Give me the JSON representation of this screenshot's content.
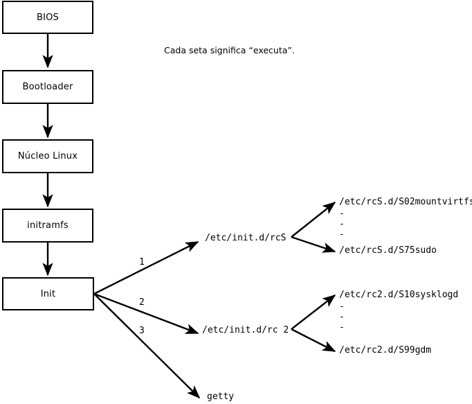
{
  "diagram": {
    "title_note": "Cada seta significa “executa”.",
    "boot_chain": [
      {
        "label": "BIOS"
      },
      {
        "label": "Bootloader"
      },
      {
        "label": "Núcleo Linux"
      },
      {
        "label": "initramfs"
      },
      {
        "label": "Init"
      }
    ],
    "branch_numbers": [
      "1",
      "2",
      "3"
    ],
    "init_targets": [
      {
        "label": "/etc/init.d/rcS"
      },
      {
        "label": "/etc/init.d/rc 2"
      },
      {
        "label": "getty"
      }
    ],
    "rcs_scripts": {
      "first": "/etc/rcS.d/S02mountvirtfs",
      "ellipsis": [
        "-",
        "-",
        "-"
      ],
      "last": "/etc/rcS.d/S75sudo"
    },
    "rc2_scripts": {
      "first": "/etc/rc2.d/S10sysklogd",
      "ellipsis": [
        "-",
        "-",
        "-"
      ],
      "last": "/etc/rc2.d/S99gdm"
    },
    "colors": {
      "stroke": "#000000",
      "fill": "#ffffff",
      "text": "#000000"
    }
  }
}
